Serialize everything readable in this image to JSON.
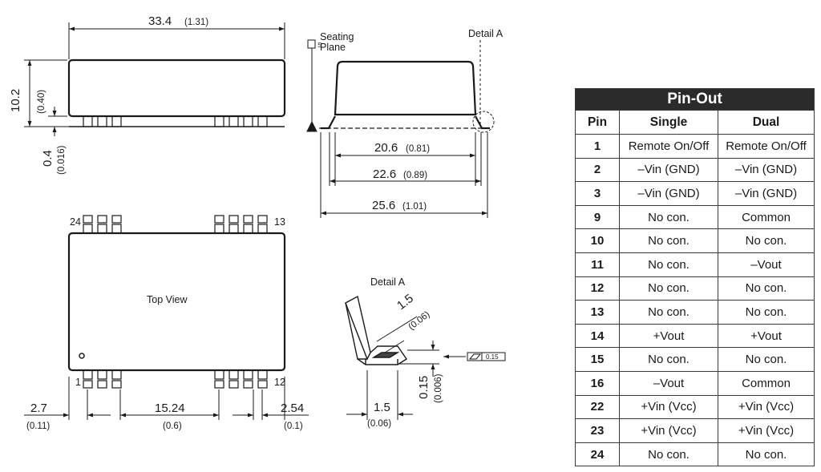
{
  "drawing": {
    "side_view": {
      "length": "33.4",
      "length_in": "(1.31)",
      "height": "10.2",
      "height_in": "(0.40)",
      "standoff": "0.4",
      "standoff_in": "(0.016)"
    },
    "end_view": {
      "seating_symbol": "S",
      "seating_plane_line1": "Seating",
      "seating_plane_line2": "Plane",
      "detail_label": "Detail A",
      "dim1": "20.6",
      "dim1_in": "(0.81)",
      "dim2": "22.6",
      "dim2_in": "(0.89)",
      "dim3": "25.6",
      "dim3_in": "(1.01)"
    },
    "top_view": {
      "label": "Top View",
      "pin_24": "24",
      "pin_13": "13",
      "pin_1": "1",
      "pin_12": "12",
      "edge_offset": "2.7",
      "edge_offset_in": "(0.11)",
      "pin_span": "15.24",
      "pin_span_in": "(0.6)",
      "pitch": "2.54",
      "pitch_in": "(0.1)"
    },
    "detail_a": {
      "title": "Detail A",
      "lead_length": "1.5",
      "lead_length_in": "(0.06)",
      "foot_length": "1.5",
      "foot_length_in": "(0.06)",
      "thickness": "0.15",
      "thickness_in": "(0.006)",
      "coplanarity": "0.15"
    }
  },
  "pinout": {
    "title": "Pin-Out",
    "headers": [
      "Pin",
      "Single",
      "Dual"
    ],
    "rows": [
      {
        "pin": "1",
        "single": "Remote On/Off",
        "dual": "Remote On/Off"
      },
      {
        "pin": "2",
        "single": "–Vin (GND)",
        "dual": "–Vin (GND)"
      },
      {
        "pin": "3",
        "single": "–Vin (GND)",
        "dual": "–Vin (GND)"
      },
      {
        "pin": "9",
        "single": "No con.",
        "dual": "Common"
      },
      {
        "pin": "10",
        "single": "No con.",
        "dual": "No con."
      },
      {
        "pin": "11",
        "single": "No con.",
        "dual": "–Vout"
      },
      {
        "pin": "12",
        "single": "No con.",
        "dual": "No con."
      },
      {
        "pin": "13",
        "single": "No con.",
        "dual": "No con."
      },
      {
        "pin": "14",
        "single": "+Vout",
        "dual": "+Vout"
      },
      {
        "pin": "15",
        "single": "No con.",
        "dual": "No con."
      },
      {
        "pin": "16",
        "single": "–Vout",
        "dual": "Common"
      },
      {
        "pin": "22",
        "single": "+Vin (Vcc)",
        "dual": "+Vin (Vcc)"
      },
      {
        "pin": "23",
        "single": "+Vin (Vcc)",
        "dual": "+Vin (Vcc)"
      },
      {
        "pin": "24",
        "single": "No con.",
        "dual": "No con."
      }
    ]
  }
}
